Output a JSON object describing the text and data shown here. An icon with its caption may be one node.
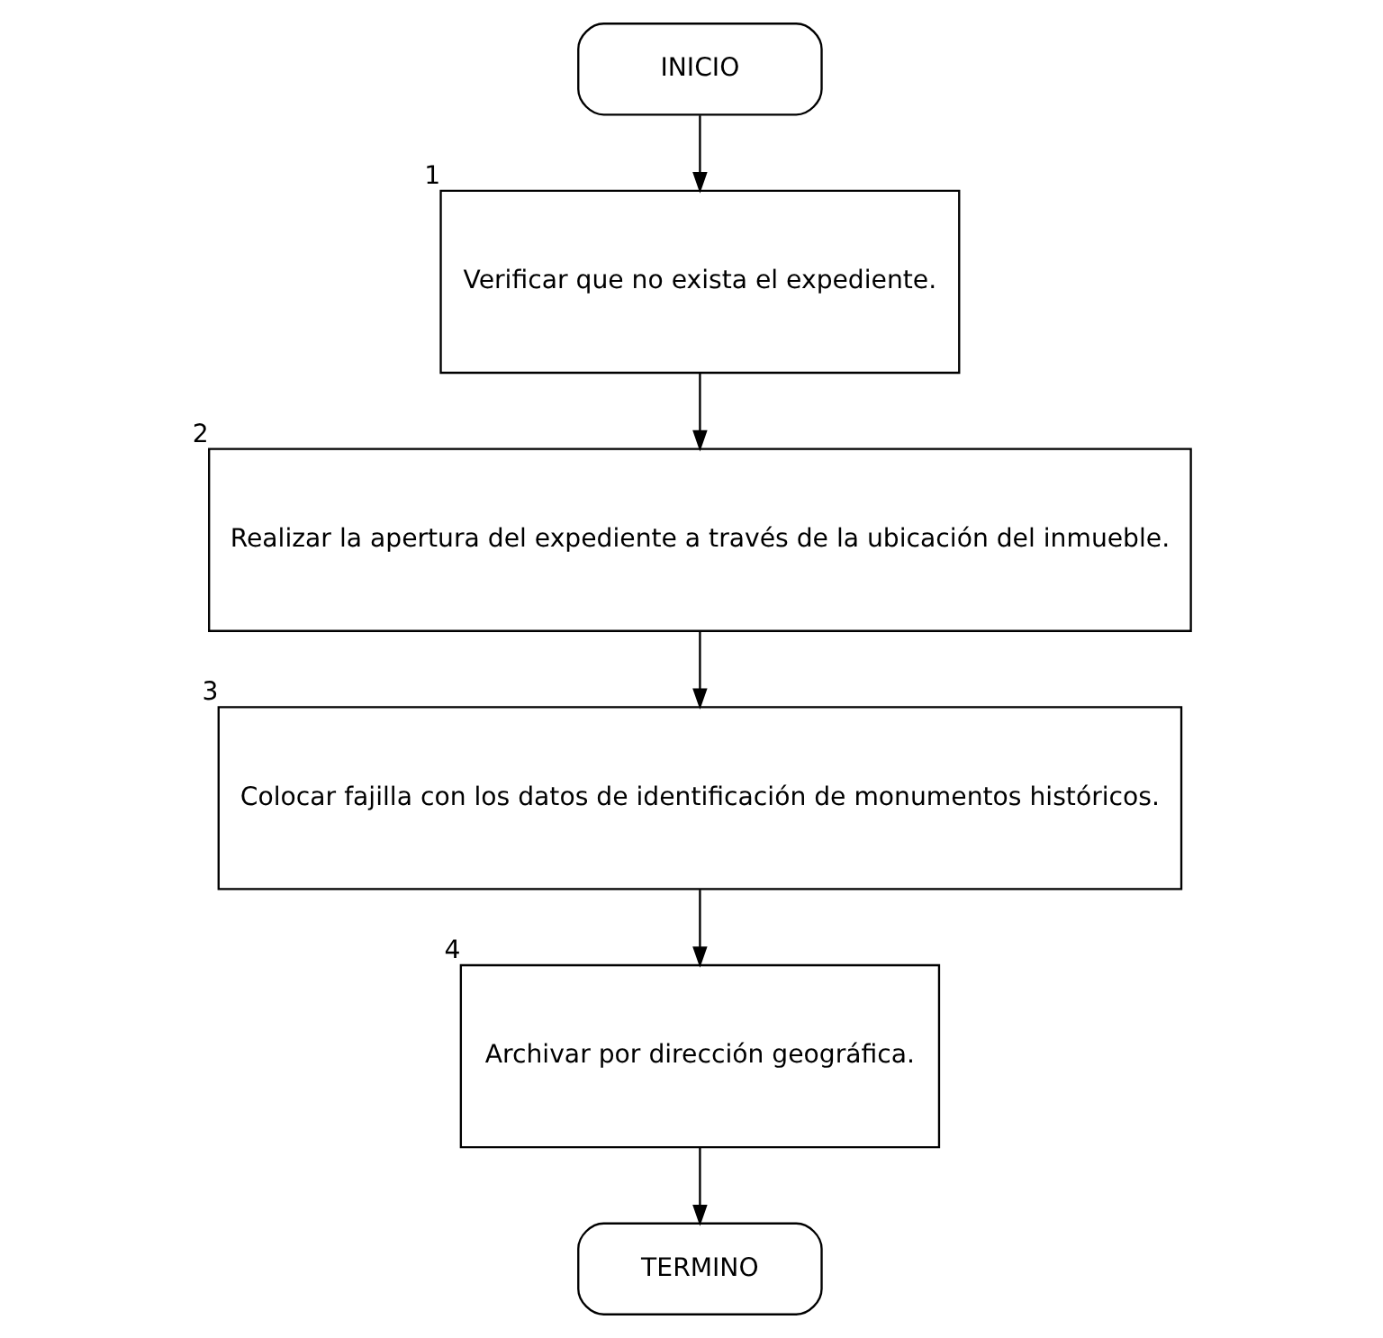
{
  "diagram": {
    "nodes": [
      {
        "text": [
          "INICIO"
        ]
      },
      {
        "text": [
          "Verificar que no exista el expediente."
        ],
        "beside": [
          "1"
        ]
      },
      {
        "text": [
          "Realizar la apertura del expediente a través de la ubicación del inmueble."
        ],
        "beside": [
          "2"
        ]
      },
      {
        "text": [
          "Colocar fajilla con los datos de identificación de monumentos históricos."
        ],
        "beside": [
          "3"
        ]
      },
      {
        "text": [
          "Archivar por dirección geográfica."
        ],
        "beside": [
          "4"
        ]
      },
      {
        "text": [
          "TERMINO"
        ]
      }
    ],
    "edges": [
      {
        "from": 0,
        "to": 1,
        "arrow": "to"
      },
      {
        "from": 1,
        "to": 2,
        "arrow": "to"
      },
      {
        "from": 2,
        "to": 3,
        "arrow": "to"
      },
      {
        "from": 3,
        "to": 4,
        "arrow": "to"
      },
      {
        "from": 4,
        "to": 5,
        "arrow": "to"
      }
    ]
  }
}
